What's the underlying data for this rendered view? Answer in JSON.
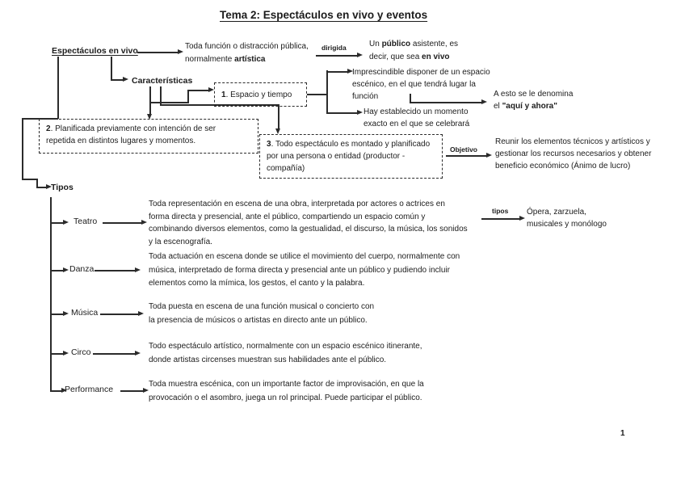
{
  "colors": {
    "ink": "#1c1c1c",
    "background": "#ffffff"
  },
  "page": {
    "number": "1"
  },
  "title": "Tema 2: Espectáculos en vivo y eventos",
  "root_node": "Espectáculos en vivo",
  "definicion": {
    "line1": "Toda función o distracción pública,",
    "line2_pre": "normalmente ",
    "line2_bold": "artística"
  },
  "dirigida_label": "dirigida",
  "publico": {
    "line1_pre": "Un ",
    "line1_bold": "público",
    "line1_post": " asistente, es",
    "line2_pre": "decir,  que sea ",
    "line2_bold": "en vivo"
  },
  "caracteristicas": {
    "label": "Características",
    "box1_num": "1",
    "box1_text": ". Espacio y tiempo",
    "box2_num": "2",
    "box2_line1": ". Planificada previamente con intención de ser",
    "box2_line2": "repetida en distintos lugares y momentos.",
    "box3_num": "3",
    "box3_line1": ". Todo espectáculo es montado y planificado",
    "box3_line2": "por una persona o entidad (productor -",
    "box3_line3": "compañía)",
    "espacio_lines": [
      "Imprescindible disponer de un espacio",
      "escénico, en el que tendrá lugar la",
      "función"
    ],
    "aqui_line1": "A esto se le denomina",
    "aqui_line2_pre": "el ",
    "aqui_line2_bold": "\"aquí y ahora\"",
    "momento_lines": [
      "Hay establecido un momento",
      "exacto en el que se celebrará"
    ],
    "objetivo_label": "Objetivo",
    "objetivo_lines": [
      "Reunir los elementos técnicos y artísticos y",
      "gestionar los recursos necesarios y obtener",
      "beneficio económico (Ánimo de lucro)"
    ]
  },
  "tipos": {
    "label": "Tipos",
    "teatro": {
      "name": "Teatro",
      "desc": [
        "Toda representación en escena de una obra, interpretada por actores o  actrices en",
        "forma directa y presencial, ante el público, compartiendo un espacio común y",
        "combinando diversos elementos, como la gestualidad, el discurso, la música, los sonidos",
        "y la escenografía."
      ],
      "tipos_label": "tipos",
      "subtipos": [
        "Ópera, zarzuela,",
        "musicales y monólogo"
      ]
    },
    "danza": {
      "name": "Danza",
      "desc": [
        "Toda actuación en escena donde se utilice el movimiento del cuerpo, normalmente con",
        "música, interpretado de forma directa y presencial ante un público y pudiendo incluir",
        "elementos como la mímica, los gestos, el canto y la palabra."
      ]
    },
    "musica": {
      "name": "Música",
      "desc": [
        "Toda puesta en escena de una función musical o concierto con",
        "la presencia de músicos o artistas en directo ante un público."
      ]
    },
    "circo": {
      "name": "Circo",
      "desc": [
        "Todo espectáculo artístico, normalmente con un espacio escénico itinerante,",
        "donde artistas circenses muestran sus habilidades ante el público."
      ]
    },
    "performance": {
      "name": "Performance",
      "desc": [
        "Toda muestra escénica, con un importante factor de improvisación, en que la",
        "provocación o  el asombro, juega un rol principal. Puede participar el público."
      ]
    }
  }
}
